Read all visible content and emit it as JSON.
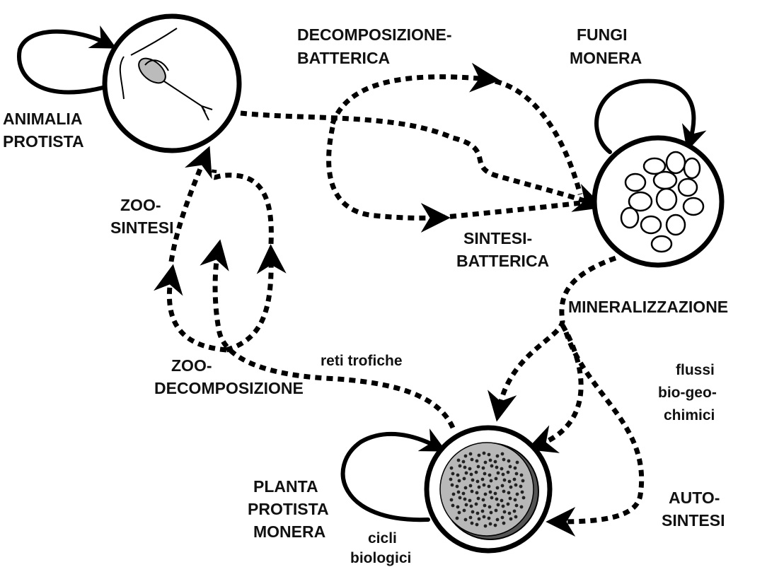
{
  "labels": {
    "animalia": "ANIMALIA",
    "protista_top": "PROTISTA",
    "decomp_line1": "DECOMPOSIZIONE-",
    "decomp_line2": "BATTERICA",
    "fungi": "FUNGI",
    "monera_top": "MONERA",
    "zoo_sintesi_line1": "ZOO-",
    "zoo_sintesi_line2": "SINTESI",
    "sintesi_line1": "SINTESI-",
    "sintesi_line2": "BATTERICA",
    "mineralizzazione": "MINERALIZZAZIONE",
    "zoo_decomp_line1": "ZOO-",
    "zoo_decomp_line2": "DECOMPOSIZIONE",
    "reti_trofiche": "reti trofiche",
    "flussi_line1": "flussi",
    "flussi_line2": "bio-geo-",
    "flussi_line3": "chimici",
    "planta": "PLANTA",
    "protista_bottom": "PROTISTA",
    "monera_bottom": "MONERA",
    "auto_line1": "AUTO-",
    "auto_line2": "SINTESI",
    "cicli_line1": "cicli",
    "cicli_line2": "biologici"
  },
  "icons": {
    "animal": "zooplankton-copepod-icon",
    "fungi": "bacteria-cluster-icon",
    "plant": "plant-cell-icon"
  },
  "colors": {
    "stroke": "#000000",
    "background": "#ffffff",
    "plant_cell_fill": "#b8b8b8"
  }
}
